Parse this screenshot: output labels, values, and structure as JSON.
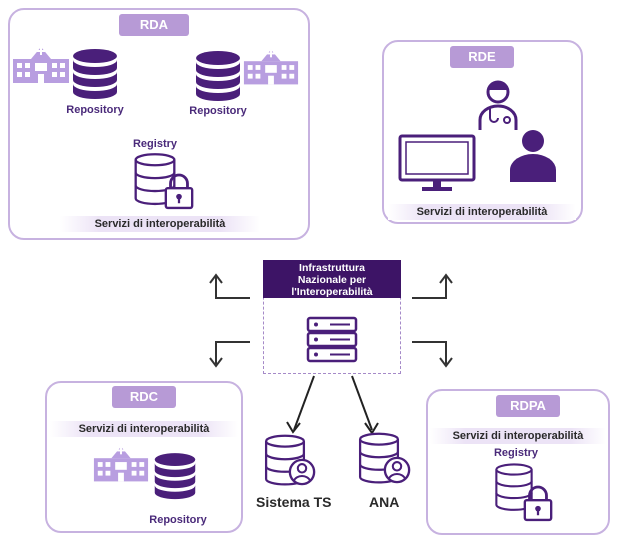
{
  "rda": {
    "tag": "RDA",
    "repository_left": "Repository",
    "repository_right": "Repository",
    "registry": "Registry",
    "servizi": "Servizi di interoperabilità"
  },
  "rde": {
    "tag": "RDE",
    "servizi": "Servizi di interoperabilità"
  },
  "infra": {
    "title_line1": "Infrastruttura",
    "title_line2": "Nazionale per",
    "title_line3": "l'Interoperabilità"
  },
  "rdc": {
    "tag": "RDC",
    "servizi": "Servizi di interoperabilità",
    "repository": "Repository"
  },
  "rdpa": {
    "tag": "RDPA",
    "servizi": "Servizi di interoperabilità",
    "registry": "Registry"
  },
  "sistema_ts": "Sistema TS",
  "ana": "ANA",
  "colors": {
    "accent": "#3d1466",
    "panel_border": "#c7b2e0",
    "tag_bg": "#b79ad6",
    "icon_dark": "#4a1f7a",
    "icon_light": "#b89ee0"
  }
}
